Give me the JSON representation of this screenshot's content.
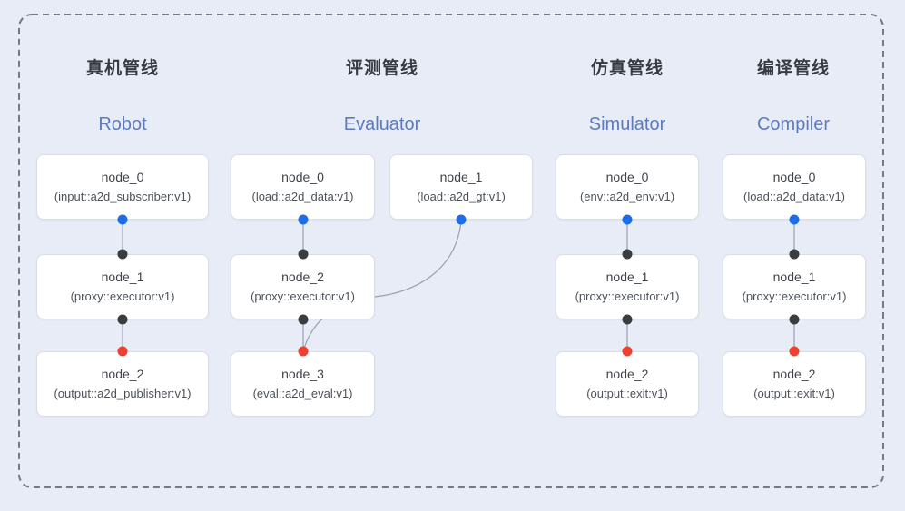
{
  "diagram_title": "pipeline-graphs",
  "colors": {
    "bg": "#e8ecf7",
    "title_zh": "#363b42",
    "title_en": "#5e7abe",
    "card_border": "#d9dde4",
    "node_title": "#3f444b",
    "node_type": "#4d525a",
    "edge": "#98a0ae",
    "frame": "#757a84",
    "port_out": "#1d6de6",
    "port_mid": "#3a3c40",
    "port_in": "#ea4130"
  },
  "ports": {
    "out_dot": "blue-dot",
    "mid_dot": "black-dot",
    "in_dot": "red-dot"
  },
  "pipelines": [
    {
      "id": "robot",
      "title_zh": "真机管线",
      "title_en": "Robot",
      "nodes": [
        {
          "name": "node_0",
          "type": "(input::a2d_subscriber:v1)"
        },
        {
          "name": "node_1",
          "type": "(proxy::executor:v1)"
        },
        {
          "name": "node_2",
          "type": "(output::a2d_publisher:v1)"
        }
      ]
    },
    {
      "id": "evaluator",
      "title_zh": "评测管线",
      "title_en": "Evaluator",
      "nodes": [
        {
          "name": "node_0",
          "type": "(load::a2d_data:v1)"
        },
        {
          "name": "node_1",
          "type": "(load::a2d_gt:v1)"
        },
        {
          "name": "node_2",
          "type": "(proxy::executor:v1)"
        },
        {
          "name": "node_3",
          "type": "(eval::a2d_eval:v1)"
        }
      ]
    },
    {
      "id": "simulator",
      "title_zh": "仿真管线",
      "title_en": "Simulator",
      "nodes": [
        {
          "name": "node_0",
          "type": "(env::a2d_env:v1)"
        },
        {
          "name": "node_1",
          "type": "(proxy::executor:v1)"
        },
        {
          "name": "node_2",
          "type": "(output::exit:v1)"
        }
      ]
    },
    {
      "id": "compiler",
      "title_zh": "编译管线",
      "title_en": "Compiler",
      "nodes": [
        {
          "name": "node_0",
          "type": "(load::a2d_data:v1)"
        },
        {
          "name": "node_1",
          "type": "(proxy::executor:v1)"
        },
        {
          "name": "node_2",
          "type": "(output::exit:v1)"
        }
      ]
    }
  ]
}
